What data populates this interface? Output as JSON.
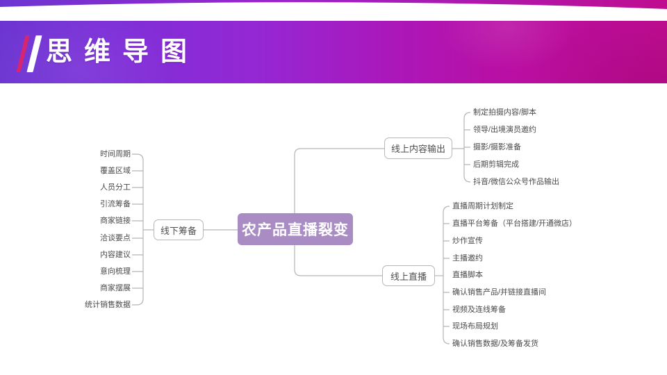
{
  "header": {
    "title": "思维导图",
    "accent_slash_pink": "#d8256f",
    "accent_slash_white": "#ffffff",
    "banner_gradient_left": "#6c35d2",
    "banner_gradient_right": "#c00c90"
  },
  "map": {
    "line_color": "#b3b3b3",
    "leaf_text_color": "#4a4a4a",
    "center": {
      "label": "农产品直播裂变",
      "bg_color": "#a88cc3",
      "text_color": "#ffffff"
    },
    "left_branch": {
      "label": "线下筹备",
      "leaves": [
        "时间周期",
        "覆盖区域",
        "人员分工",
        "引流筹备",
        "商家链接",
        "洽谈要点",
        "内容建议",
        "意向梳理",
        "商家摆展",
        "统计销售数据"
      ]
    },
    "right_top_branch": {
      "label": "线上内容输出",
      "leaves": [
        "制定拍摄内容/脚本",
        "领导/出境演员邀约",
        "摄影/摄影准备",
        "后期剪辑完成",
        "抖音/微信公众号作品输出"
      ]
    },
    "right_bottom_branch": {
      "label": "线上直播",
      "leaves": [
        "直播周期计划制定",
        "直播平台筹备（平台搭建/开通微店）",
        "炒作宣传",
        "主播邀约",
        "直播脚本",
        "确认销售产品/并链接直播间",
        "视频及连线筹备",
        "现场布局规划",
        "确认销售数据/及筹备发货"
      ]
    }
  }
}
